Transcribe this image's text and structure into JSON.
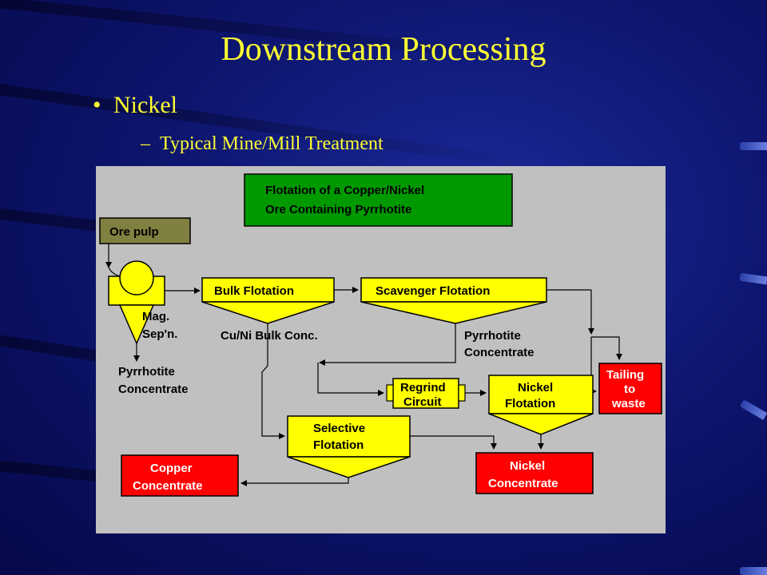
{
  "slide": {
    "title": "Downstream Processing",
    "bullet": "Nickel",
    "sub_bullet": "Typical Mine/Mill Treatment"
  },
  "diagram": {
    "header_line1": "Flotation of a Copper/Nickel",
    "header_line2": "Ore Containing Pyrrhotite",
    "ore_pulp": "Ore pulp",
    "mag_sep_line1": "Mag.",
    "mag_sep_line2": "Sep'n.",
    "bulk_flotation": "Bulk Flotation",
    "scavenger_flotation": "Scavenger Flotation",
    "bulk_conc": "Cu/Ni Bulk Conc.",
    "pyrrhotite_conc_right_line1": "Pyrrhotite",
    "pyrrhotite_conc_right_line2": "Concentrate",
    "pyrrhotite_conc_left_line1": "Pyrrhotite",
    "pyrrhotite_conc_left_line2": "Concentrate",
    "regrind_line1": "Regrind",
    "regrind_line2": "Circuit",
    "nickel_flotation_line1": "Nickel",
    "nickel_flotation_line2": "Flotation",
    "tailing_line1": "Tailing",
    "tailing_line2": "to",
    "tailing_line3": "waste",
    "selective_line1": "Selective",
    "selective_line2": "Flotation",
    "copper_conc_line1": "Copper",
    "copper_conc_line2": "Concentrate",
    "nickel_conc_line1": "Nickel",
    "nickel_conc_line2": "Concentrate"
  },
  "colors": {
    "title_yellow": "#ffff33",
    "header_green": "#009900",
    "ore_olive": "#808040",
    "unit_yellow": "#ffff00",
    "product_red": "#ff0000",
    "diagram_bg": "#c0c0c0"
  }
}
